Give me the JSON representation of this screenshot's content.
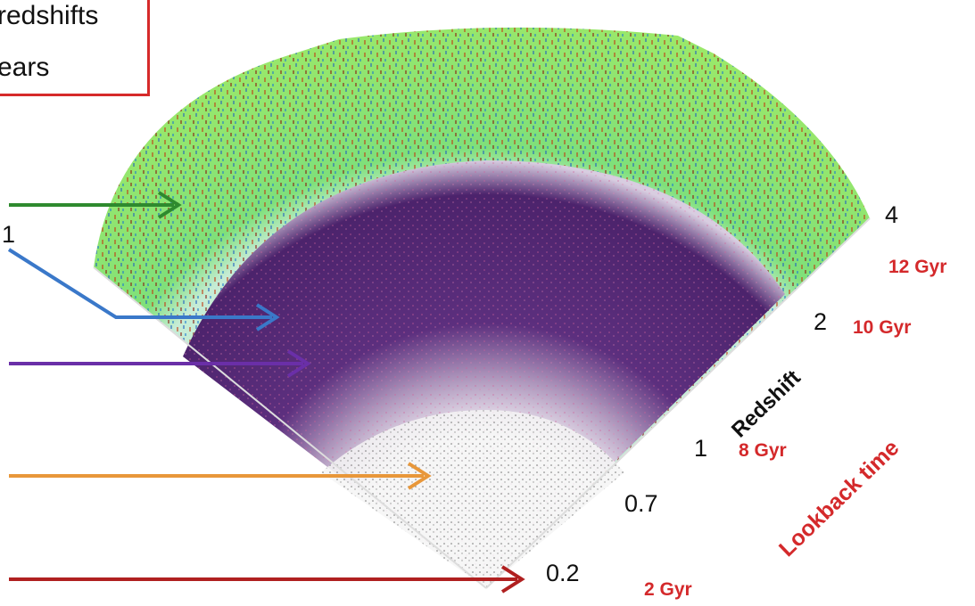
{
  "legend": {
    "line1_red": "",
    "line1_text": "redshifts",
    "line2_text": "ears"
  },
  "axis": {
    "redshift_title": "Redshift",
    "lookback_title": "Lookback time"
  },
  "redshift_ticks": [
    "4",
    "2",
    "1",
    "0.7",
    "0.2"
  ],
  "lookback_ticks": [
    "12 Gyr",
    "10 Gyr",
    "8 Gyr",
    "2 Gyr"
  ],
  "stray_label": "1",
  "colors": {
    "legend_border": "#d62a2a",
    "lookback_text": "#d4292b",
    "arrow_green": "#2e8a2e",
    "arrow_blue": "#3a78c9",
    "arrow_purple": "#6a2fa8",
    "arrow_orange": "#e8973a",
    "arrow_red": "#b02020",
    "outer_shell": "#8be06a",
    "middle_shell": "#5a2f82",
    "inner_core": "#f4f4f4"
  },
  "arrows": [
    {
      "name": "green-arrow",
      "color": "#2e8a2e"
    },
    {
      "name": "blue-arrow",
      "color": "#3a78c9"
    },
    {
      "name": "purple-arrow",
      "color": "#6a2fa8"
    },
    {
      "name": "orange-arrow",
      "color": "#e8973a"
    },
    {
      "name": "red-arrow",
      "color": "#b02020"
    }
  ]
}
